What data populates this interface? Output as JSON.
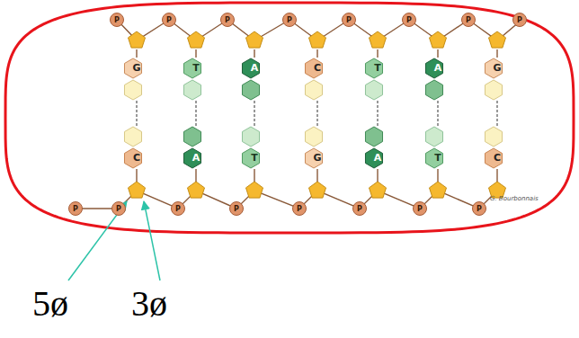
{
  "diagram": {
    "nodes": [
      {
        "text": [
          "P"
        ]
      },
      {
        "text": [
          "P"
        ]
      },
      {
        "text": [
          "P"
        ]
      },
      {
        "text": [
          "P"
        ]
      },
      {
        "text": [
          "P"
        ]
      },
      {
        "text": [
          "P"
        ]
      },
      {
        "text": [
          "P"
        ]
      },
      {
        "text": [
          "P"
        ]
      },
      {
        "text": [
          "G"
        ]
      },
      {
        "text": [
          "C"
        ]
      },
      {
        "text": [
          "T"
        ]
      },
      {
        "text": [
          "A"
        ]
      },
      {
        "text": [
          "A"
        ]
      },
      {
        "text": [
          "T"
        ]
      },
      {
        "text": [
          "C"
        ]
      },
      {
        "text": [
          "G"
        ]
      },
      {
        "text": [
          "T"
        ]
      },
      {
        "text": [
          "A"
        ]
      },
      {
        "text": [
          "A"
        ]
      },
      {
        "text": [
          "T"
        ]
      },
      {
        "text": [
          "G"
        ]
      },
      {
        "text": [
          "C"
        ]
      },
      {
        "text": [
          "P"
        ]
      },
      {
        "text": [
          "P"
        ]
      },
      {
        "text": [
          "P"
        ]
      },
      {
        "text": [
          "P"
        ]
      },
      {
        "text": [
          "P"
        ]
      },
      {
        "text": [
          "P"
        ]
      },
      {
        "text": [
          "P"
        ]
      },
      {
        "text": [
          "P"
        ]
      }
    ],
    "edges": [
      {
        "from": 8,
        "to": 9,
        "arrow": "none"
      },
      {
        "from": 10,
        "to": 11,
        "arrow": "none"
      },
      {
        "from": 12,
        "to": 13,
        "arrow": "none"
      },
      {
        "from": 14,
        "to": 15,
        "arrow": "none"
      },
      {
        "from": 16,
        "to": 17,
        "arrow": "none"
      },
      {
        "from": 18,
        "to": 19,
        "arrow": "none"
      },
      {
        "from": 20,
        "to": 21,
        "arrow": "none"
      }
    ],
    "labels": [
      "G. Bourbonnais",
      "5ø",
      "3ø"
    ]
  }
}
